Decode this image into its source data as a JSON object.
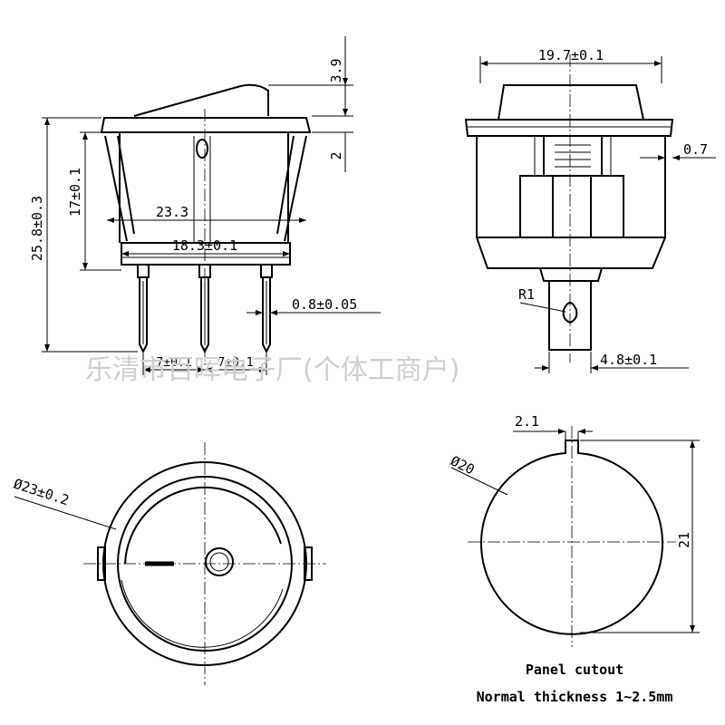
{
  "side_view": {
    "top_height": "3.9",
    "flange_gap": "2",
    "total_height": "25.8±0.3",
    "body_height": "17±0.1",
    "body_width": "23.3",
    "base_width": "18.3±0.1",
    "pin_thickness": "0.8±0.05",
    "pin_pitch_left": "7±0.1",
    "pin_pitch_right": "7±0.1"
  },
  "front_view": {
    "width": "19.7±0.1",
    "wall": "0.7",
    "radius": "R1",
    "terminal_width": "4.8±0.1"
  },
  "top_view": {
    "diameter": "Ø23±0.2"
  },
  "panel_cutout": {
    "key_width": "2.1",
    "diameter": "Ø20",
    "height": "21",
    "title": "Panel cutout",
    "thickness": "Normal thickness 1~2.5mm"
  },
  "watermark": "乐清市百晖电子厂(个体工商户)"
}
